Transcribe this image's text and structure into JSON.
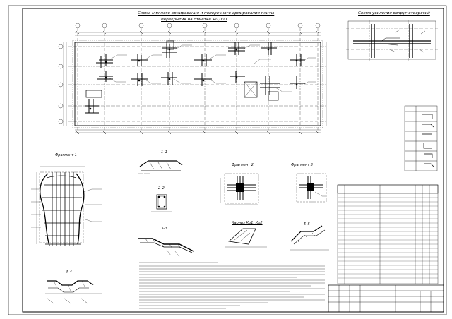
{
  "titles": {
    "main_line1": "Схема нижнего армирования и поперечного армирования плиты",
    "main_line2": "перекрытия на отметке +0,000",
    "right": "Схема усиления вокруг отверстий"
  },
  "fragments": {
    "f1": "Фрагмент 1",
    "f2": "Фрагмент 2",
    "f3": "Фрагмент 3",
    "cornice": "Карниз Кр1, Кр2"
  },
  "sections": {
    "s11": "1–1",
    "s22": "2–2",
    "s33": "3–3",
    "s44": "4–4",
    "s55": "5–5"
  },
  "colors": {
    "line": "#000000",
    "paper": "#ffffff",
    "hatch": "#333333"
  }
}
